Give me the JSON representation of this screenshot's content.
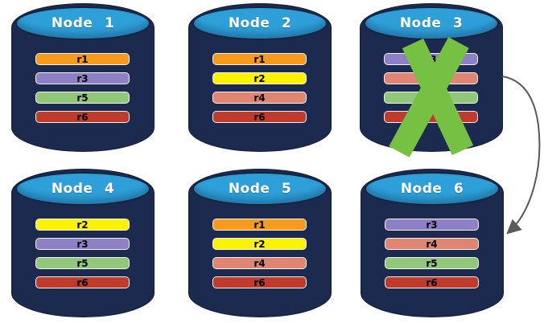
{
  "diagram": {
    "description": "Six database node cylinders holding replica bars; Node 3 is crossed out and an arrow points from Node 3 to Node 6",
    "failed_node": "Node 3"
  },
  "colors": {
    "background": "#FFFFFF",
    "cylinder_body": "#1B2A4E",
    "cylinder_top": "#2E9FD8",
    "node_title_text": "#FFFFFF",
    "bar_label_text": "#000000",
    "replica_r1": "#F89B1C",
    "replica_r2": "#FDF200",
    "replica_r3": "#8E80C6",
    "replica_r4": "#DF8571",
    "replica_r5": "#90C779",
    "replica_r6": "#C03B2B",
    "failure_cross": "#76C043",
    "arrow": "#595959"
  },
  "nodes": [
    {
      "title": "Node 1",
      "failed": false,
      "bars": [
        {
          "id": "r1",
          "label": "r1"
        },
        {
          "id": "r3",
          "label": "r3"
        },
        {
          "id": "r5",
          "label": "r5"
        },
        {
          "id": "r6",
          "label": "r6"
        }
      ]
    },
    {
      "title": "Node 2",
      "failed": false,
      "bars": [
        {
          "id": "r1",
          "label": "r1"
        },
        {
          "id": "r2",
          "label": "r2"
        },
        {
          "id": "r4",
          "label": "r4"
        },
        {
          "id": "r6",
          "label": "r6"
        }
      ]
    },
    {
      "title": "Node 3",
      "failed": true,
      "bars": [
        {
          "id": "r3",
          "label": "r3"
        },
        {
          "id": "r4",
          "label": ""
        },
        {
          "id": "r5",
          "label": ""
        },
        {
          "id": "r6",
          "label": ""
        }
      ]
    },
    {
      "title": "Node 4",
      "failed": false,
      "bars": [
        {
          "id": "r2",
          "label": "r2"
        },
        {
          "id": "r3",
          "label": "r3"
        },
        {
          "id": "r5",
          "label": "r5"
        },
        {
          "id": "r6",
          "label": "r6"
        }
      ]
    },
    {
      "title": "Node 5",
      "failed": false,
      "bars": [
        {
          "id": "r1",
          "label": "r1"
        },
        {
          "id": "r2",
          "label": "r2"
        },
        {
          "id": "r4",
          "label": "r4"
        },
        {
          "id": "r6",
          "label": "r6"
        }
      ]
    },
    {
      "title": "Node 6",
      "failed": false,
      "bars": [
        {
          "id": "r3",
          "label": "r3"
        },
        {
          "id": "r4",
          "label": "r4"
        },
        {
          "id": "r5",
          "label": "r5"
        },
        {
          "id": "r6",
          "label": "r6"
        }
      ]
    }
  ],
  "arrow": {
    "from": "Node 3",
    "to": "Node 6"
  }
}
